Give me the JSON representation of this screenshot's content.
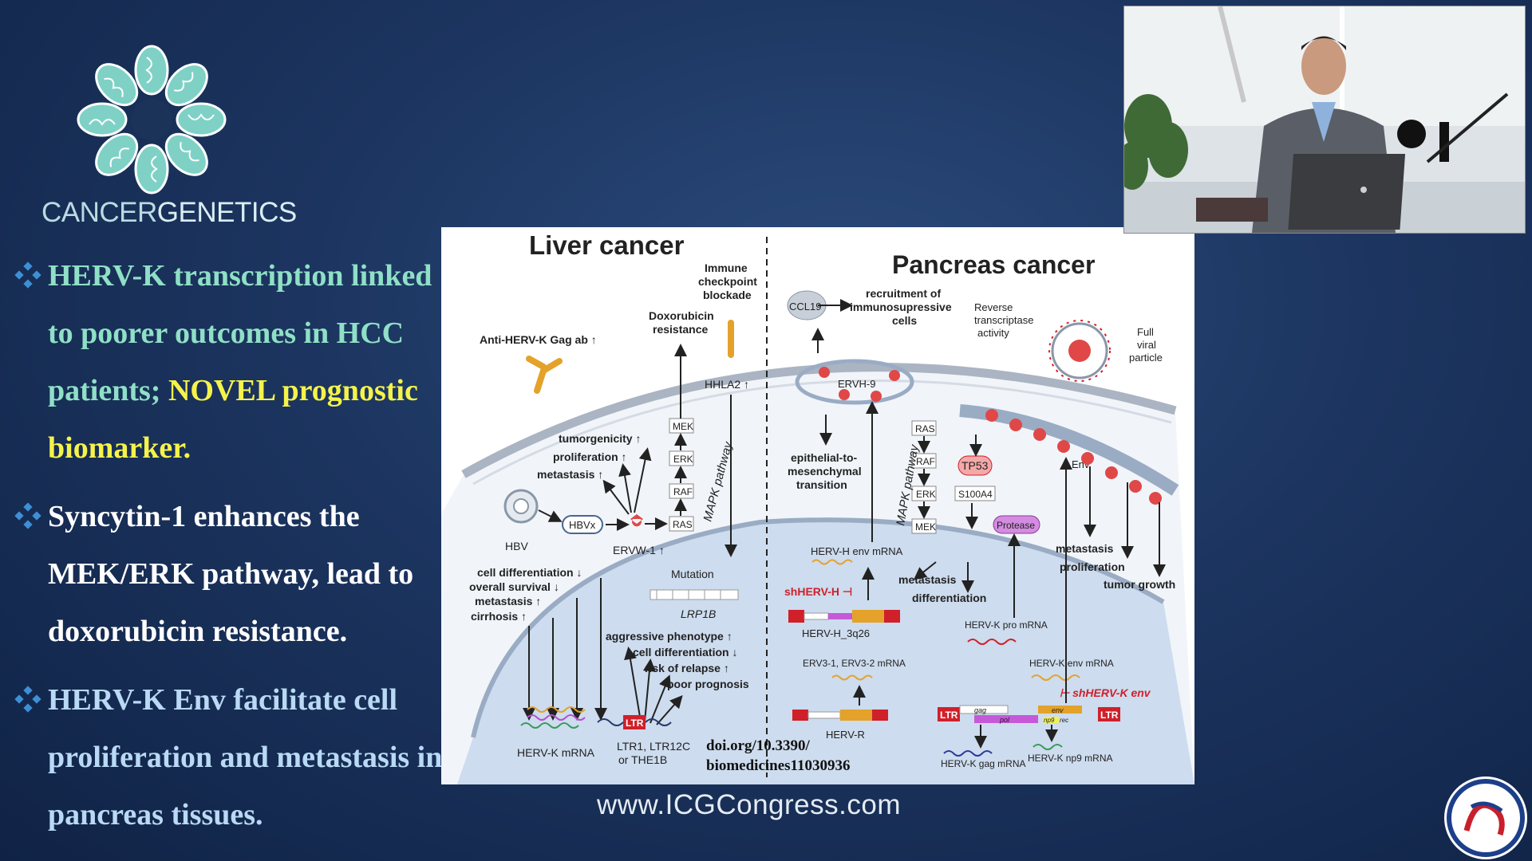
{
  "brand": {
    "word_a": "CANCER",
    "word_b": "GENETICS"
  },
  "bullets": {
    "b1_part1": "HERV-K transcription linked to poorer outcomes in HCC patients;",
    "b1_part2": "NOVEL prognostic biomarker.",
    "b2": "Syncytin-1 enhances the MEK/ERK pathway, lead to doxorubicin resistance.",
    "b3": "HERV-K Env facilitate cell proliferation and metastasis in pancreas tissues."
  },
  "figure": {
    "left_title": "Liver cancer",
    "right_title": "Pancreas cancer",
    "immune1": "Immune",
    "immune2": "checkpoint",
    "immune3": "blockade",
    "doxo1": "Doxorubicin",
    "doxo2": "resistance",
    "anti_gag": "Anti-HERV-K Gag ab ↑",
    "hhla2": "HHLA2 ↑",
    "tumorigenicity": "tumorgenicity ↑",
    "proliferation": "proliferation ↑",
    "metastasis": "metastasis ↑",
    "mek": "MEK",
    "erk": "ERK",
    "raf": "RAF",
    "ras": "RAS",
    "mapk": "MAPK pathway",
    "hbv": "HBV",
    "hbvx": "HBVx",
    "ervw1": "ERVW-1 ↑",
    "mutation": "Mutation",
    "lrp1b": "LRP1B",
    "cell_diff": "cell differentiation ↓",
    "overall_survival": "overall survival ↓",
    "metastasis2": "metastasis ↑",
    "cirrhosis": "cirrhosis ↑",
    "aggressive": "aggressive phenotype ↑",
    "cell_diff2": "cell differentiation ↓",
    "relapse": "risk of relapse ↑",
    "prognosis": "poor prognosis",
    "ltr": "LTR",
    "ltr_list1": "LTR1, LTR12C",
    "ltr_list2": "or THE1B",
    "hervk_mrna": "HERV-K mRNA",
    "ccl19": "CCL19",
    "recruit1": "recruitment of",
    "recruit2": "immunosupressive",
    "recruit3": "cells",
    "rt1": "Reverse",
    "rt2": "transcriptase",
    "rt3": "activity",
    "full1": "Full",
    "full2": "viral",
    "full3": "particle",
    "ervh9": "ERVH-9",
    "emt1": "epithelial-to-",
    "emt2": "mesenchymal",
    "emt3": "transition",
    "mapk2": "MAPK pathway",
    "tp53": "TP53",
    "s100a4": "S100A4",
    "protease": "Protease",
    "env": "Env",
    "metastasis3": "metastasis",
    "proliferation2": "proliferation",
    "tumor_growth": "tumor growth",
    "hervh_env": "HERV-H env mRNA",
    "shhervh": "shHERV-H ⊣",
    "metastasis4": "metastasis",
    "differentiation": "differentiation",
    "hervh_3q26": "HERV-H_3q26",
    "hervk_pro": "HERV-K pro mRNA",
    "erv3": "ERV3-1, ERV3-2 mRNA",
    "hervk_env_mrna": "HERV-K env mRNA",
    "shhervk": "⊢ shHERV-K env",
    "hervr": "HERV-R",
    "gag": "gag",
    "pol": "pol",
    "env_small": "env",
    "np9": "np9",
    "rec": "rec",
    "gag_mrna": "HERV-K gag mRNA",
    "np9_mrna": "HERV-K np9 mRNA",
    "doi1": "doi.org/10.3390/",
    "doi2": "biomedicines11030936"
  },
  "footer": {
    "url": "www.ICGCongress.com"
  },
  "colors": {
    "accent_green": "#8fe0c6",
    "highlight_yellow": "#f5f34a",
    "white": "#ffffff",
    "light_blue": "#b9d9f5",
    "shrna_red": "#d0202a"
  }
}
